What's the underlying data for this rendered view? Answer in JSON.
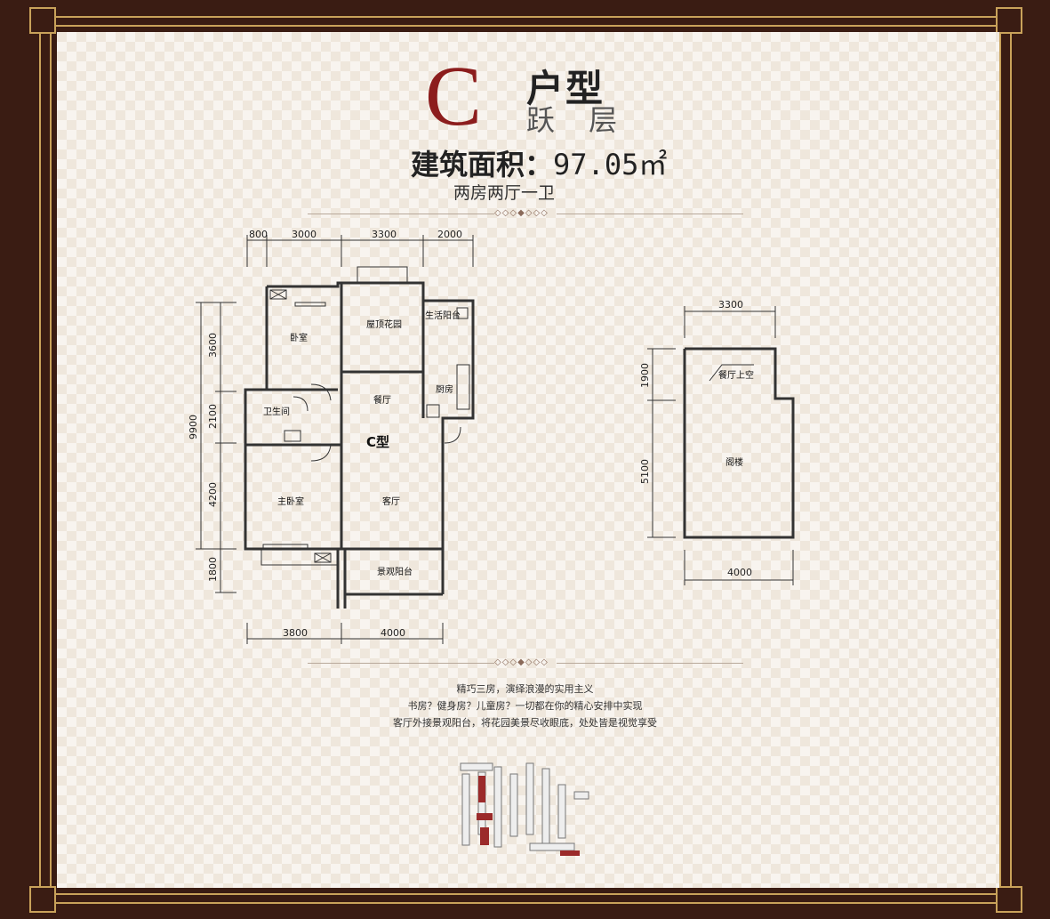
{
  "header": {
    "type_letter": "C",
    "type_word": "户型",
    "subtype": "跃 层",
    "area_label": "建筑面积：",
    "area_value": "97.05㎡",
    "rooms": "两房两厅一卫"
  },
  "plan_main": {
    "type_label": "C型",
    "top_dims": [
      "800",
      "3000",
      "3300",
      "2000"
    ],
    "bottom_dims": [
      "3800",
      "4000"
    ],
    "left_dims": [
      "3600",
      "2100",
      "4200",
      "1800"
    ],
    "total_height": "9900",
    "rooms": {
      "bedroom": "卧室",
      "roof_garden": "屋顶花园",
      "service_balcony": "生活阳台",
      "kitchen": "厨房",
      "dining": "餐厅",
      "bathroom": "卫生间",
      "master_bedroom": "主卧室",
      "living": "客厅",
      "view_balcony": "景观阳台"
    }
  },
  "plan_upper": {
    "top_dim": "3300",
    "bottom_dim": "4000",
    "left_dims": [
      "1900",
      "5100"
    ],
    "rooms": {
      "void": "餐厅上空",
      "loft": "阁楼"
    }
  },
  "description": [
    "精巧三房，演绎浪漫的实用主义",
    "书房？健身房？儿童房？一切都在你的精心安排中实现",
    "客厅外接景观阳台，将花园美景尽收眼底，处处皆是视觉享受"
  ],
  "colors": {
    "accent": "#8c1d1d",
    "frame": "#3a1c13",
    "gold": "#c9a25a",
    "paper": "#efe7dc"
  }
}
